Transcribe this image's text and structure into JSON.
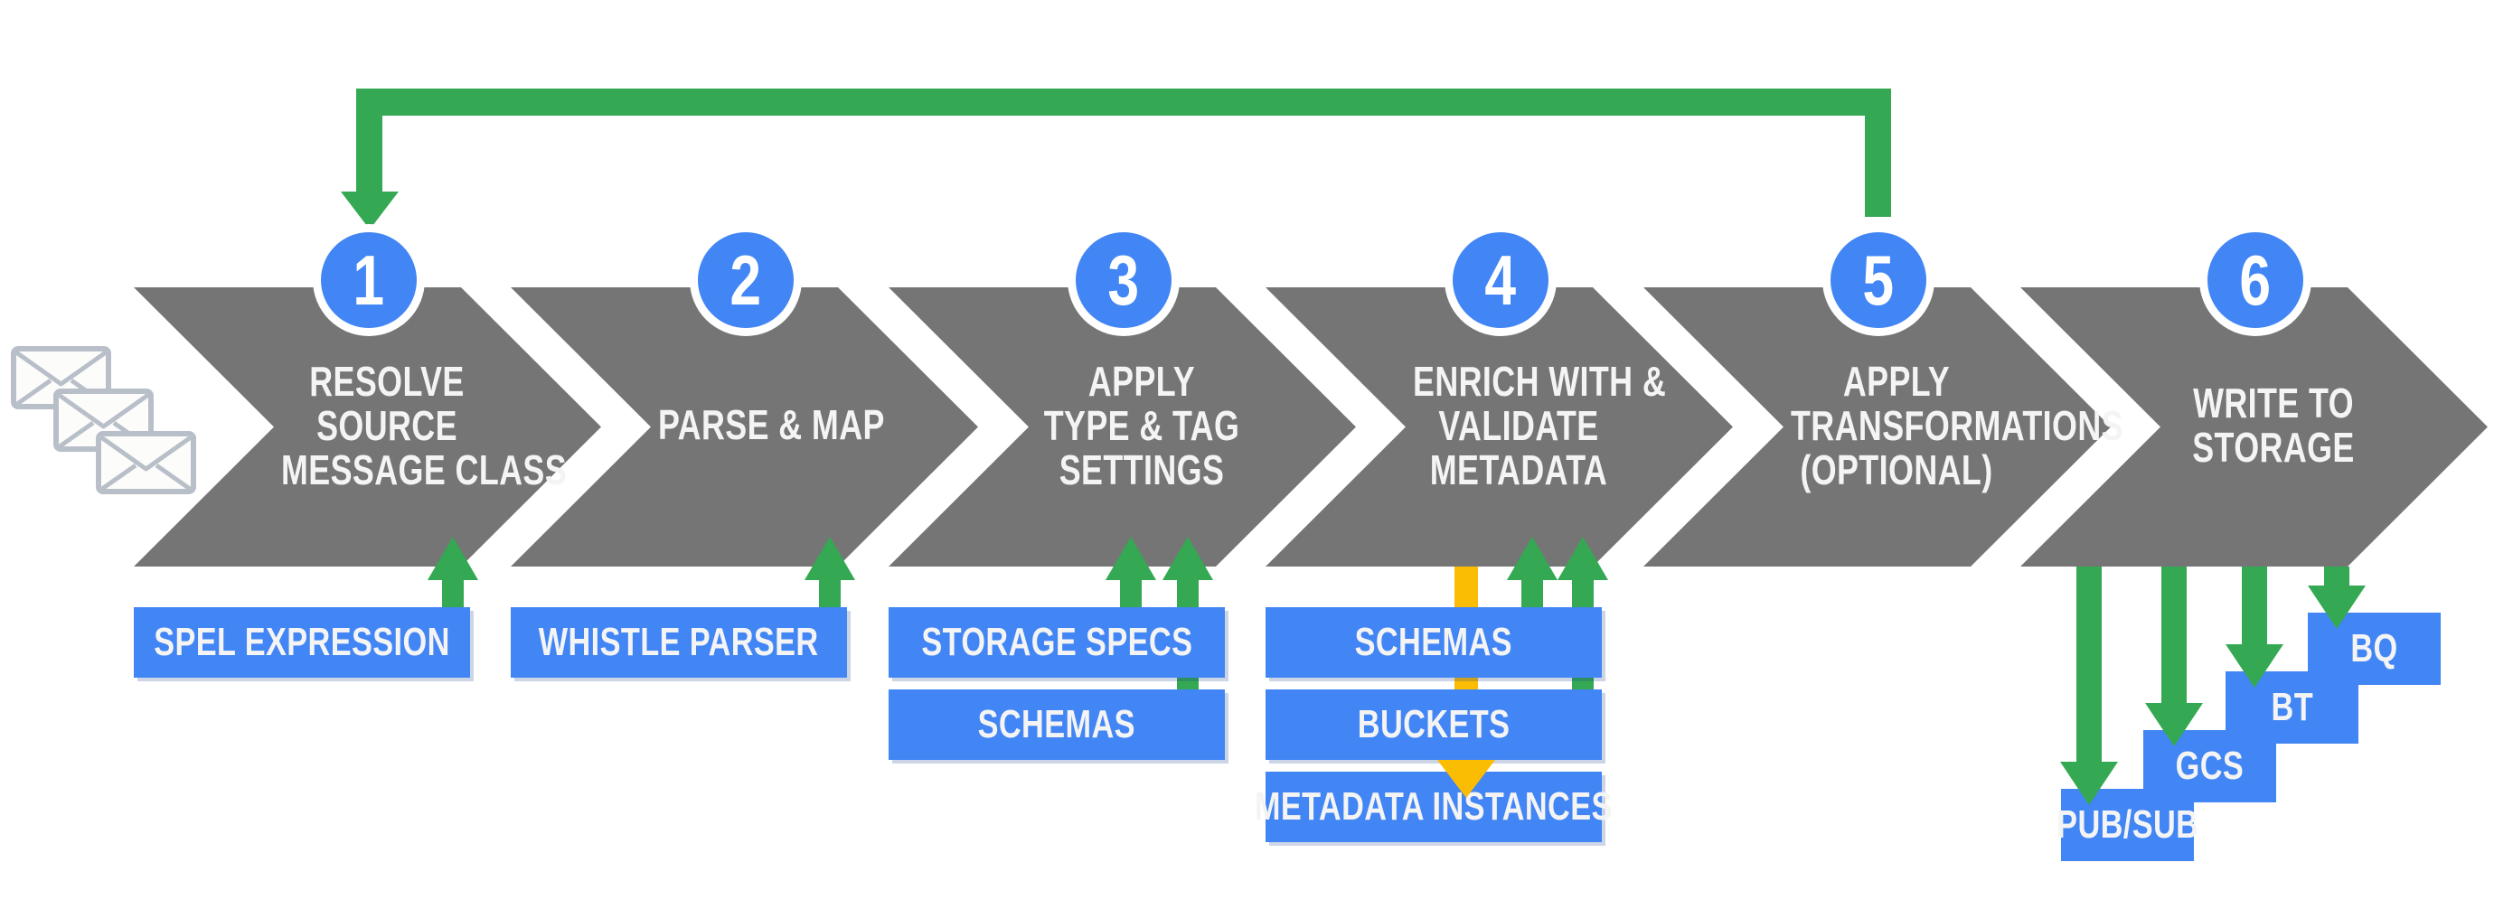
{
  "diagram": {
    "steps": [
      {
        "number": "1",
        "lines": [
          "RESOLVE",
          "SOURCE",
          "MESSAGE CLASS"
        ]
      },
      {
        "number": "2",
        "lines": [
          "PARSE & MAP"
        ]
      },
      {
        "number": "3",
        "lines": [
          "APPLY",
          "TYPE & TAG",
          "SETTINGS"
        ]
      },
      {
        "number": "4",
        "lines": [
          "ENRICH WITH &",
          "VALIDATE",
          "METADATA"
        ]
      },
      {
        "number": "5",
        "lines": [
          "APPLY",
          "TRANSFORMATIONS",
          "(OPTIONAL)"
        ]
      },
      {
        "number": "6",
        "lines": [
          "WRITE TO",
          "STORAGE"
        ]
      }
    ],
    "resources": {
      "step1": [
        "SPEL EXPRESSION"
      ],
      "step2": [
        "WHISTLE PARSER"
      ],
      "step3": [
        "STORAGE SPECS",
        "SCHEMAS"
      ],
      "step4": [
        "SCHEMAS",
        "BUCKETS",
        "METADATA INSTANCES"
      ],
      "step6": [
        "PUB/SUB",
        "GCS",
        "BT",
        "BQ"
      ]
    },
    "colors": {
      "chevron_gray": "#757575",
      "accent_blue": "#4285f4",
      "arrow_green": "#34a853",
      "arrow_yellow": "#fbbc04",
      "label_text": "#f4f4f4"
    }
  }
}
